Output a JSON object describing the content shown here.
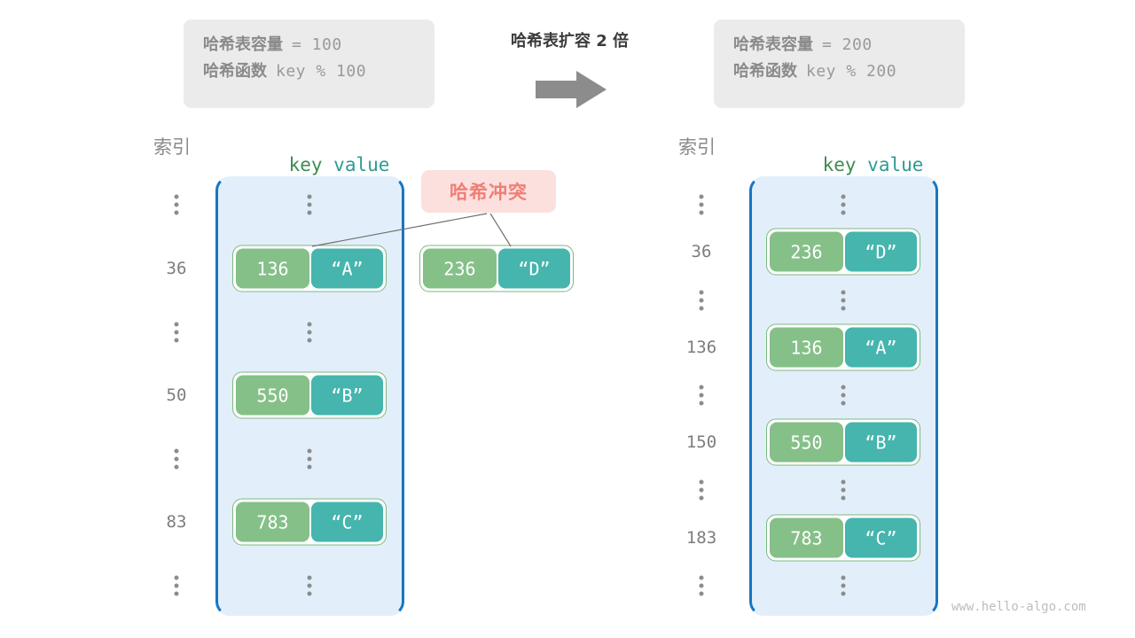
{
  "diagram": {
    "title": "哈希表扩容 2 倍",
    "watermark": "www.hello-algo.com",
    "colors": {
      "key_fill": "#85c088",
      "value_fill": "#45b5ae",
      "bucket_fill": "#e2effb",
      "bucket_border": "#1776c3",
      "collision_bg": "#fbe0de",
      "collision_text": "#ef7f75",
      "info_box_bg": "#ebebeb",
      "arrow": "#8c8c8c"
    }
  },
  "left_info": {
    "capacity_label": "哈希表容量",
    "capacity_value": "= 100",
    "function_label": "哈希函数",
    "function_value": "key % 100"
  },
  "right_info": {
    "capacity_label": "哈希表容量",
    "capacity_value": "= 200",
    "function_label": "哈希函数",
    "function_value": "key % 200"
  },
  "left_table": {
    "index_header": "索引",
    "key_header": "key",
    "value_header": "value",
    "rows": [
      {
        "type": "dots",
        "index": ""
      },
      {
        "type": "entry",
        "index": "36",
        "key": "136",
        "value": "“A”"
      },
      {
        "type": "dots",
        "index": ""
      },
      {
        "type": "entry",
        "index": "50",
        "key": "550",
        "value": "“B”"
      },
      {
        "type": "dots",
        "index": ""
      },
      {
        "type": "entry",
        "index": "83",
        "key": "783",
        "value": "“C”"
      },
      {
        "type": "dots",
        "index": ""
      }
    ]
  },
  "right_table": {
    "index_header": "索引",
    "key_header": "key",
    "value_header": "value",
    "rows": [
      {
        "type": "dots",
        "index": ""
      },
      {
        "type": "entry",
        "index": "36",
        "key": "236",
        "value": "“D”"
      },
      {
        "type": "dots",
        "index": ""
      },
      {
        "type": "entry",
        "index": "136",
        "key": "136",
        "value": "“A”"
      },
      {
        "type": "dots",
        "index": ""
      },
      {
        "type": "entry",
        "index": "150",
        "key": "550",
        "value": "“B”"
      },
      {
        "type": "dots",
        "index": ""
      },
      {
        "type": "entry",
        "index": "183",
        "key": "783",
        "value": "“C”"
      },
      {
        "type": "dots",
        "index": ""
      }
    ]
  },
  "collision": {
    "label": "哈希冲突",
    "colliding_entry": {
      "key": "236",
      "value": "“D”"
    }
  }
}
